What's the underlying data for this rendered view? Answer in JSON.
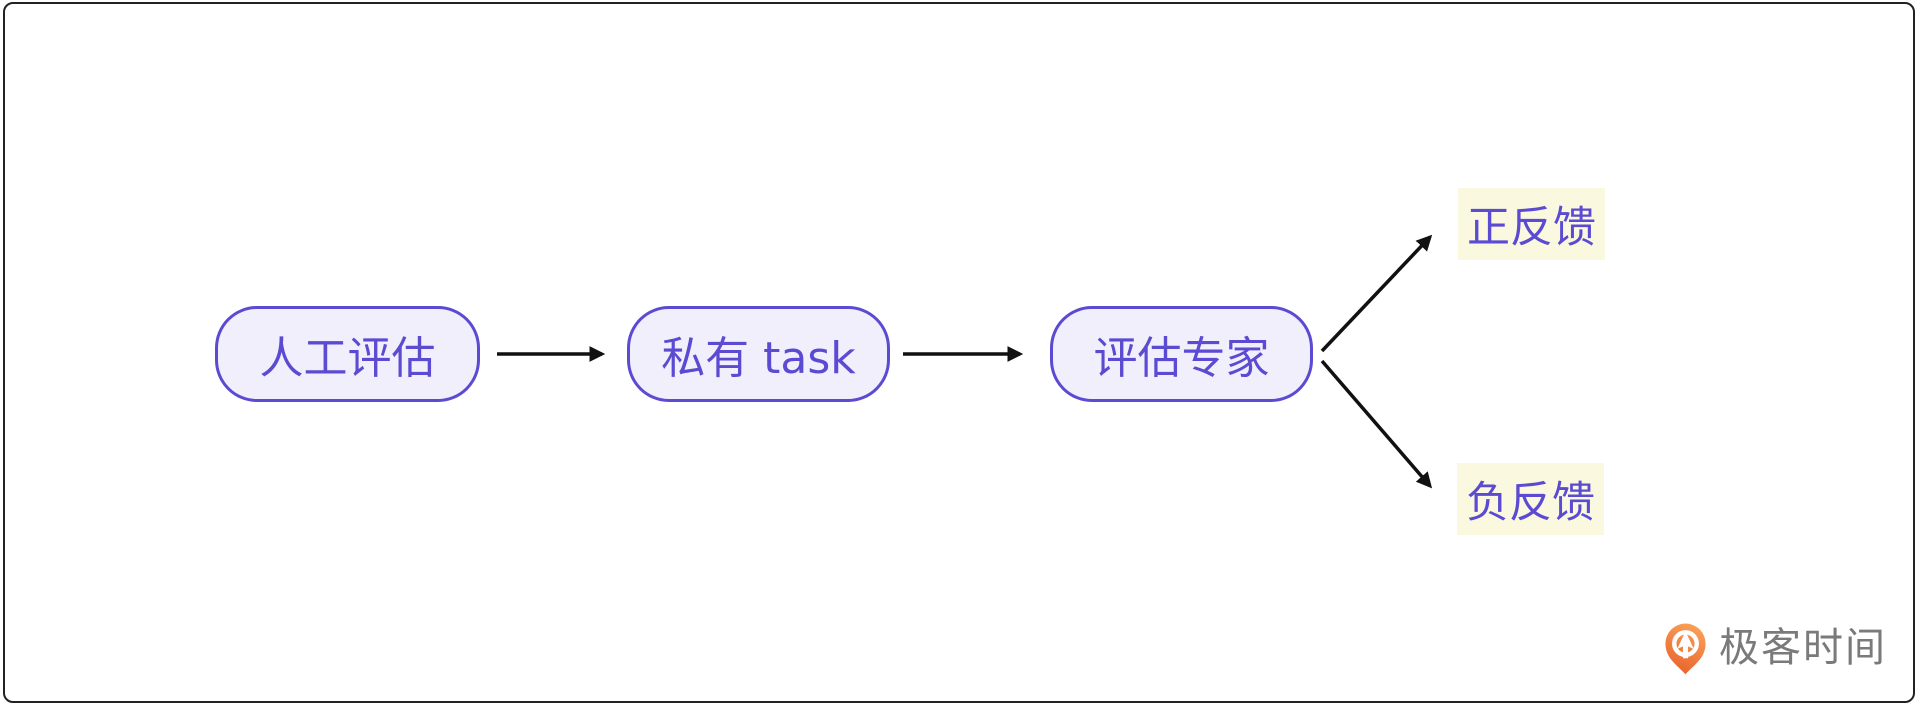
{
  "diagram": {
    "nodes": [
      {
        "id": "manual-evaluation",
        "label": "人工评估"
      },
      {
        "id": "private-task",
        "label": "私有 task"
      },
      {
        "id": "evaluation-expert",
        "label": "评估专家"
      }
    ],
    "outcomes": [
      {
        "id": "positive-feedback",
        "label": "正反馈"
      },
      {
        "id": "negative-feedback",
        "label": "负反馈"
      }
    ],
    "edges": [
      {
        "from": "manual-evaluation",
        "to": "private-task"
      },
      {
        "from": "private-task",
        "to": "evaluation-expert"
      },
      {
        "from": "evaluation-expert",
        "to": "positive-feedback"
      },
      {
        "from": "evaluation-expert",
        "to": "negative-feedback"
      }
    ],
    "colors": {
      "node_border": "#5b4ad2",
      "node_fill": "#f0effb",
      "node_text": "#5b4ad2",
      "outcome_background": "#faf8df",
      "outcome_text": "#5b4ad2",
      "arrow": "#111111",
      "frame_border": "#222222"
    }
  },
  "branding": {
    "logo_text": "极客时间",
    "logo_icon": "geektime-pin-icon",
    "logo_orange_top": "#f9a159",
    "logo_orange_bottom": "#e8622c",
    "logo_text_color": "#7a7a7a"
  }
}
